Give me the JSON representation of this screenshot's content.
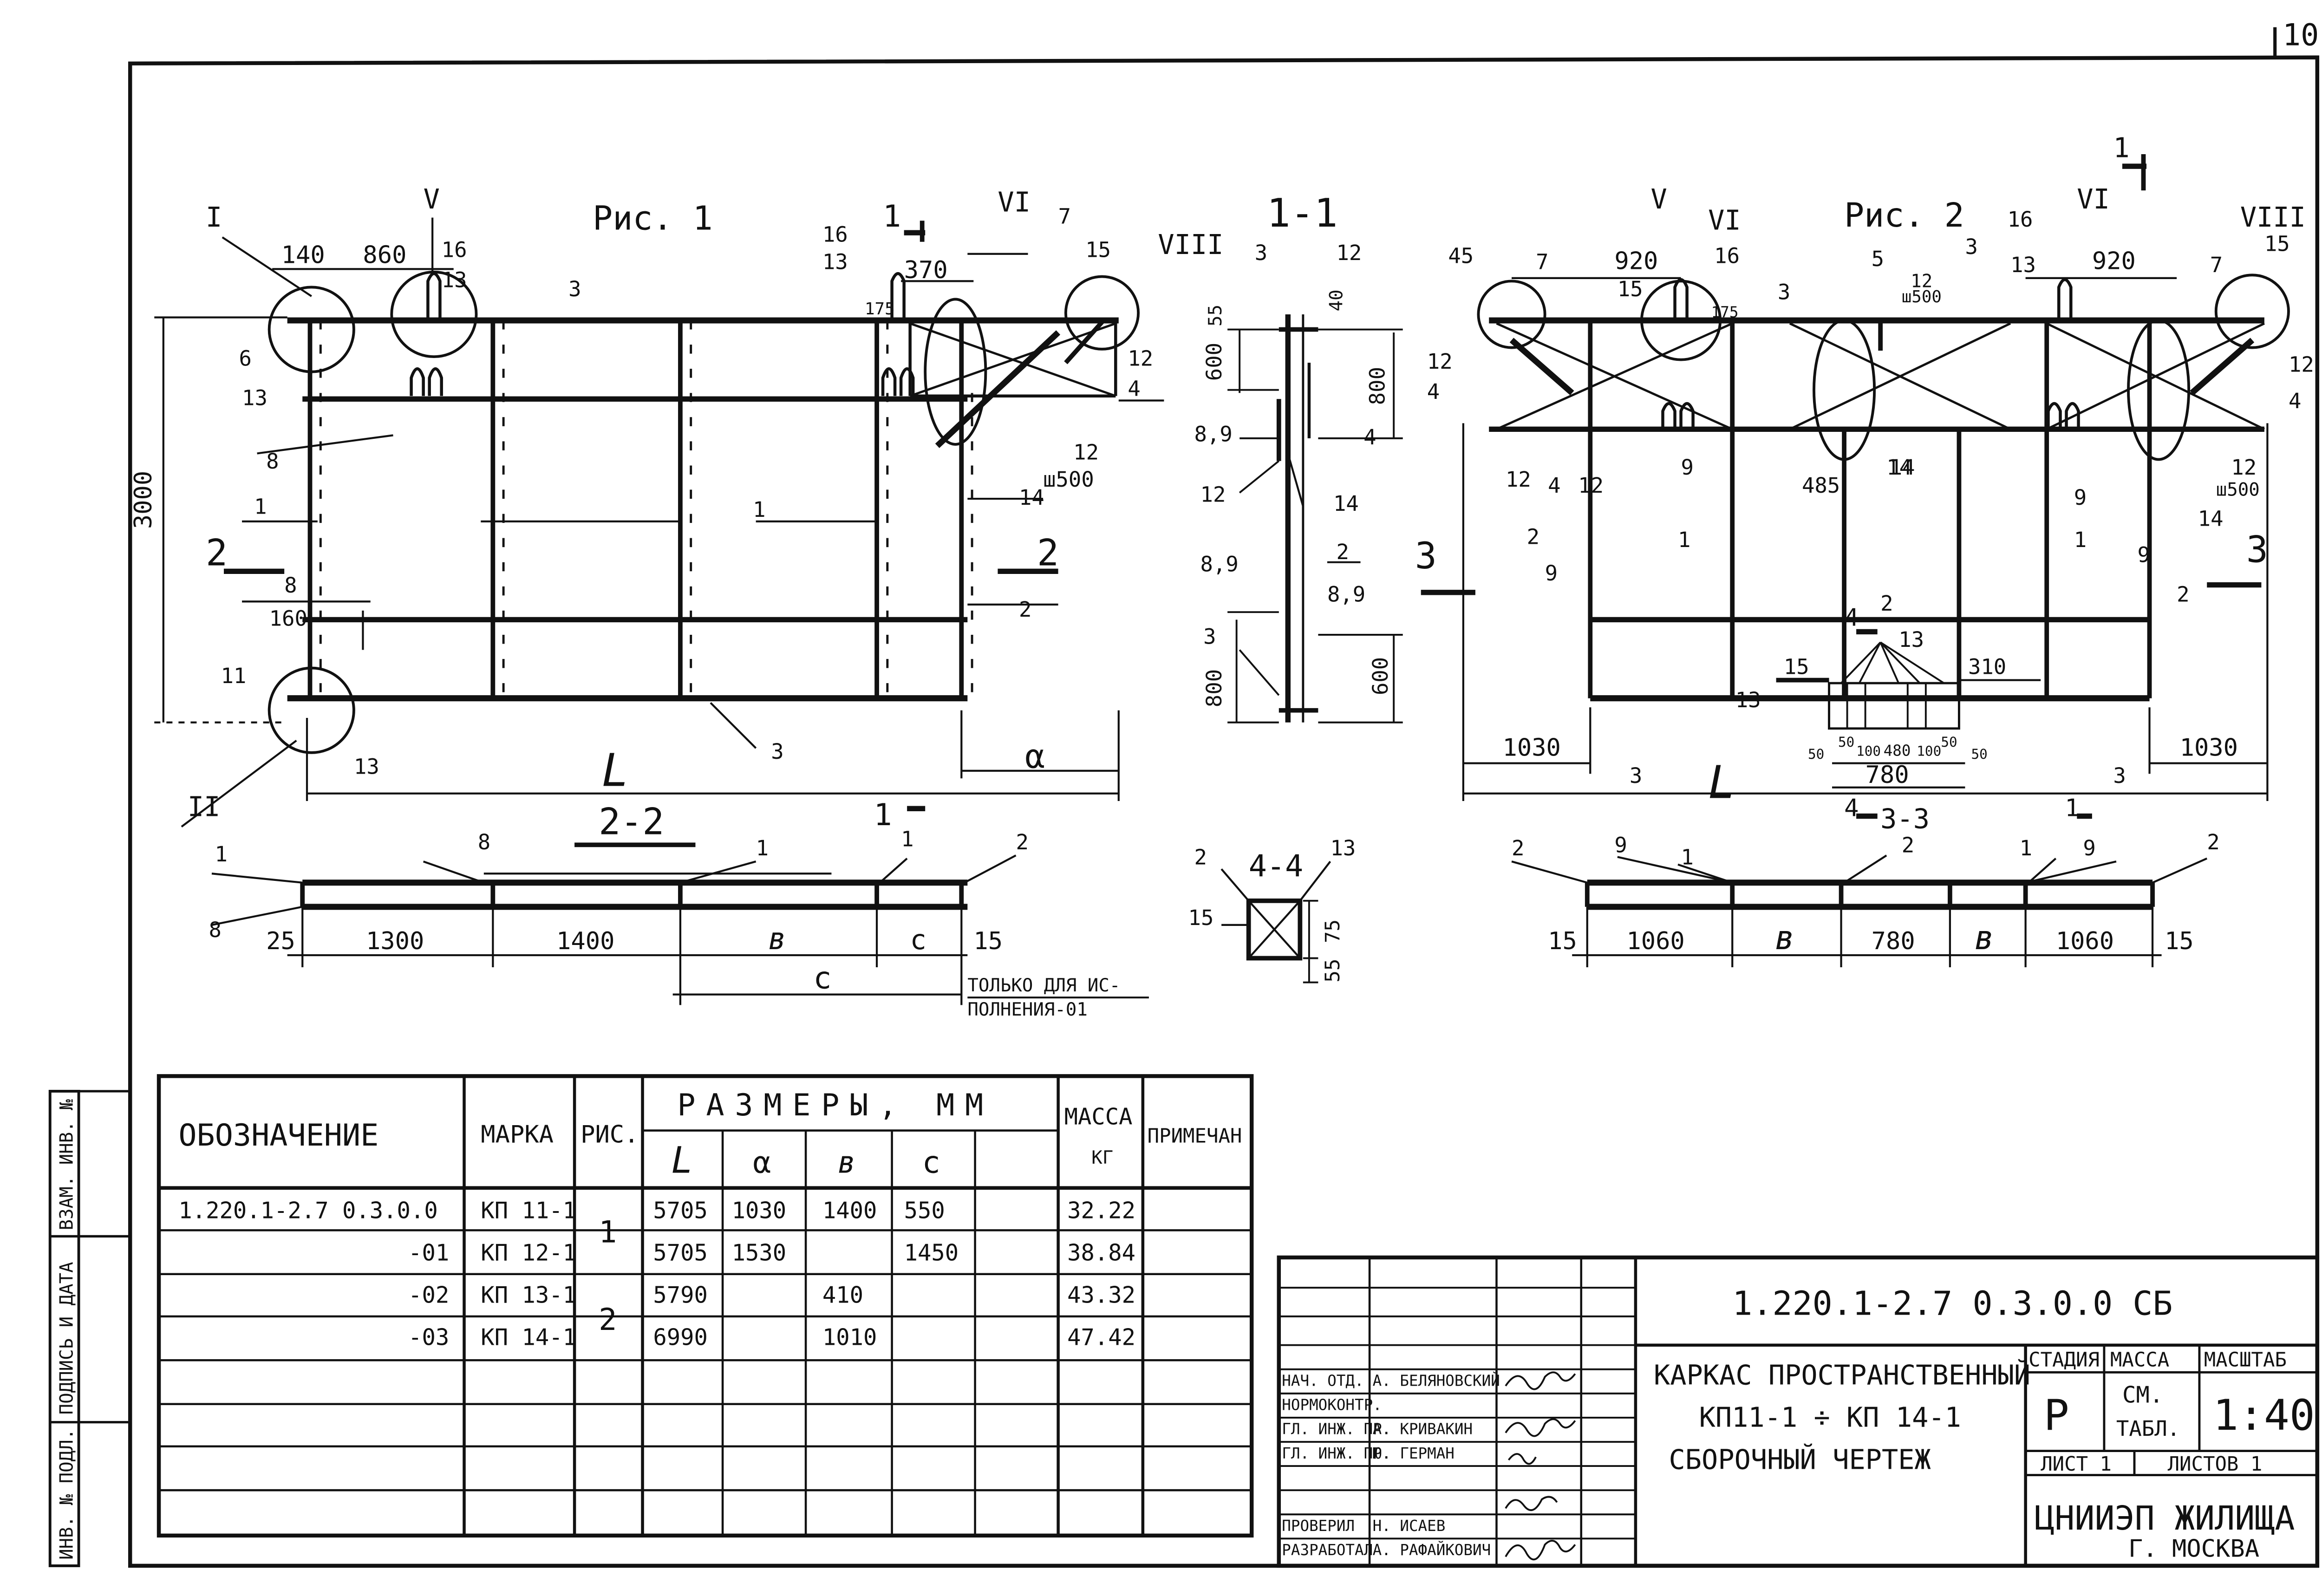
{
  "sheet": {
    "page_corner": "10"
  },
  "fig1": {
    "title": "Рис. 1",
    "nodes": [
      "I",
      "V",
      "VI",
      "VIII",
      "II"
    ],
    "dims": {
      "d140": "140",
      "d860": "860",
      "d370": "370",
      "d175": "175",
      "d3000": "3000",
      "d160": "160",
      "L": "L",
      "a": "α"
    },
    "pos": [
      "16",
      "13",
      "3",
      "6",
      "13",
      "8",
      "1",
      "8",
      "11",
      "13",
      "3",
      "16",
      "13",
      "15",
      "7",
      "12",
      "4",
      "12",
      "ш500",
      "14",
      "2",
      "1"
    ],
    "cut1": "1",
    "cut2": "2"
  },
  "fig2": {
    "title": "Рис. 2",
    "nodes": [
      "V",
      "VI",
      "VI",
      "VIII"
    ],
    "dims": {
      "d45": "45",
      "d920a": "920",
      "d920b": "920",
      "d175": "175",
      "d485": "485",
      "d1030a": "1030",
      "d1030b": "1030",
      "d310": "310",
      "d780": "780",
      "small": [
        "50",
        "50",
        "100",
        "480",
        "100",
        "50",
        "50"
      ],
      "L": "L"
    },
    "pos": [
      "7",
      "16",
      "15",
      "3",
      "5",
      "3",
      "16",
      "13",
      "7",
      "15",
      "12",
      "4",
      "12",
      "4",
      "12",
      "14",
      "2",
      "9",
      "1",
      "9",
      "14",
      "2",
      "13",
      "15",
      "3",
      "3",
      "9",
      "1",
      "12",
      "ш500",
      "12",
      "4",
      "14",
      "2",
      "9",
      "ш500",
      "12",
      "13"
    ],
    "cut1": "1",
    "cut3": "3",
    "cut4": "4"
  },
  "sec11": {
    "title": "1-1",
    "dims": [
      "55",
      "600",
      "40",
      "800",
      "800",
      "600"
    ],
    "pos": [
      "3",
      "12",
      "8,9",
      "12",
      "4",
      "14",
      "2",
      "8,9",
      "8,9",
      "3"
    ]
  },
  "sec22": {
    "title": "2-2",
    "pos": [
      "1",
      "8",
      "1",
      "1",
      "2",
      "8"
    ],
    "dims": [
      "25",
      "1300",
      "1400",
      "в",
      "с",
      "15",
      "с"
    ],
    "note": [
      "ТОЛЬКО ДЛЯ ИС-",
      "ПОЛНЕНИЯ-01"
    ]
  },
  "sec44": {
    "title": "4-4",
    "pos": [
      "2",
      "13",
      "15"
    ],
    "dims": [
      "75",
      "55"
    ]
  },
  "sec33": {
    "title": "3-3",
    "pos": [
      "2",
      "9",
      "1",
      "2",
      "1",
      "9",
      "2"
    ],
    "dims": [
      "15",
      "1060",
      "в",
      "780",
      "в",
      "1060",
      "15"
    ]
  },
  "table": {
    "h_designation": "ОБОЗНАЧЕНИЕ",
    "h_mark": "МАРКА",
    "h_fig": "РИС.",
    "h_sizes": "РАЗМЕРЫ, ММ",
    "h_L": "L",
    "h_a": "α",
    "h_b": "в",
    "h_c": "с",
    "h_mass": "МАССА",
    "h_mass_unit": "КГ",
    "h_note": "ПРИМЕЧАН",
    "rows": [
      {
        "designation": "1.220.1-2.7 0.3.0.0",
        "mark": "КП 11-1",
        "L": "5705",
        "a": "1030",
        "b": "1400",
        "c": "550",
        "mass": "32.22"
      },
      {
        "designation": "-01",
        "mark": "КП 12-1",
        "L": "5705",
        "a": "1530",
        "b": "",
        "c": "1450",
        "mass": "38.84"
      },
      {
        "designation": "-02",
        "mark": "КП 13-1",
        "L": "5790",
        "a": "",
        "b": "410",
        "c": "",
        "mass": "43.32"
      },
      {
        "designation": "-03",
        "mark": "КП 14-1",
        "L": "6990",
        "a": "",
        "b": "1010",
        "c": "",
        "mass": "47.42"
      }
    ],
    "fig_groups": [
      "1",
      "2"
    ]
  },
  "titleblock": {
    "code": "1.220.1-2.7 0.3.0.0 СБ",
    "name": [
      "КАРКАС ПРОСТРАНСТВЕННЫЙ",
      "КП11-1 ÷ КП 14-1",
      "СБОРОЧНЫЙ ЧЕРТЕЖ"
    ],
    "h_stage": "СТАДИЯ",
    "h_mass": "МАССА",
    "h_scale": "МАСШТАБ",
    "stage": "Р",
    "mass": [
      "СМ.",
      "ТАБЛ."
    ],
    "scale": "1:40",
    "sheet": "ЛИСТ 1",
    "sheets": "ЛИСТОВ 1",
    "org": "ЦНИИЭП ЖИЛИЩА",
    "city": "Г. МОСКВА",
    "roles": [
      {
        "role": "НАЧ. ОТД.",
        "name": "А. БЕЛЯНОВСКИЙ"
      },
      {
        "role": "НОРМОКОНТР.",
        "name": ""
      },
      {
        "role": "ГЛ. ИНЖ. ПР.",
        "name": "А. КРИВАКИН"
      },
      {
        "role": "ГЛ. ИНЖ. ПР.",
        "name": "Ю. ГЕРМАН"
      },
      {
        "role": "",
        "name": ""
      },
      {
        "role": "ПРОВЕРИЛ",
        "name": "Н. ИСАЕВ"
      },
      {
        "role": "РАЗРАБОТАЛ",
        "name": "А. РАФАЙКОВИЧ"
      }
    ]
  },
  "side": [
    "ВЗАМ. ИНВ. №",
    "ПОДПИСЬ И ДАТА",
    "ИНВ. № ПОДЛ."
  ]
}
